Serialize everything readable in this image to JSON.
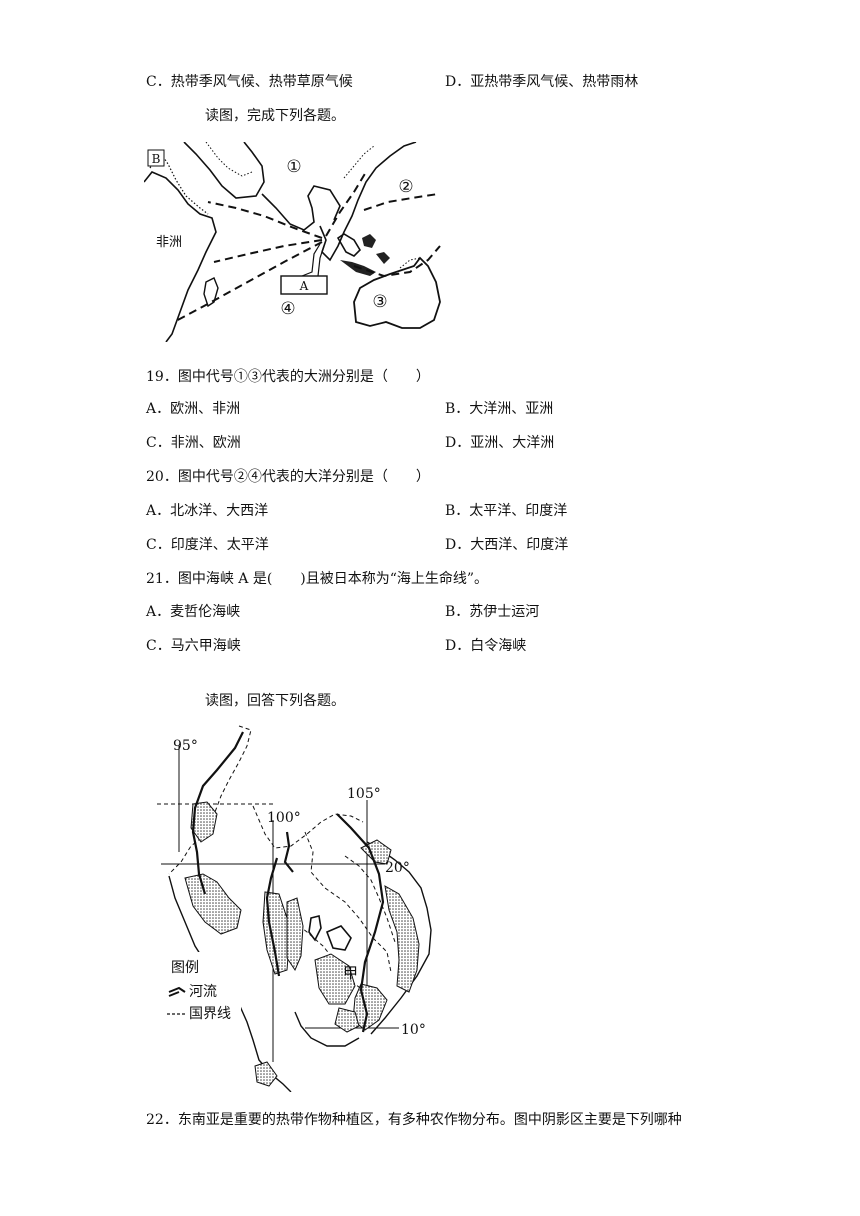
{
  "q18_options": {
    "c": "C．热带季风气候、热带草原气候",
    "d": "D．亚热带季风气候、热带雨林"
  },
  "intro1": "读图，完成下列各题。",
  "map1": {
    "africa": "非洲",
    "b": "B",
    "a": "A",
    "n1": "①",
    "n2": "②",
    "n3": "③",
    "n4": "④"
  },
  "q19": {
    "stem": "19．图中代号①③代表的大洲分别是（　　）",
    "a": "A．欧洲、非洲",
    "b": "B．大洋洲、亚洲",
    "c": "C．非洲、欧洲",
    "d": "D．亚洲、大洋洲"
  },
  "q20": {
    "stem": "20．图中代号②④代表的大洋分别是（　　）",
    "a": "A．北冰洋、大西洋",
    "b": "B．太平洋、印度洋",
    "c": "C．印度洋、太平洋",
    "d": "D．大西洋、印度洋"
  },
  "q21": {
    "stem": "21．图中海峡 A 是(　　)且被日本称为“海上生命线”。",
    "a": "A．麦哲伦海峡",
    "b": "B．苏伊士运河",
    "c": "C．马六甲海峡",
    "d": "D．白令海峡"
  },
  "intro2": "读图，回答下列各题。",
  "map2": {
    "lon95": "95°",
    "lon100": "100°",
    "lon105": "105°",
    "lat20": "20°",
    "lat10": "10°",
    "jia": "甲",
    "legend_title": "图例",
    "legend_river": "河流",
    "legend_border": "国界线"
  },
  "q22": {
    "stem": "22．东南亚是重要的热带作物种植区，有多种农作物分布。图中阴影区主要是下列哪种"
  }
}
